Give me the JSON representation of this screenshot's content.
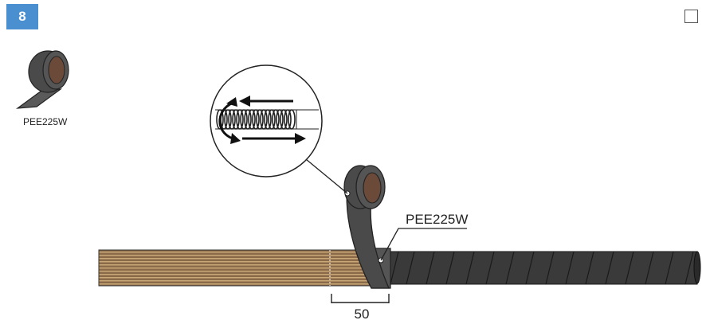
{
  "step": {
    "number": "8"
  },
  "checkbox": {
    "checked": false
  },
  "tape_icon": {
    "label": "PEE225W"
  },
  "callout": {
    "label": "PEE225W"
  },
  "dimension": {
    "value": "50"
  },
  "colors": {
    "badge": "#4a8fd0",
    "tape": "#4a4a4a",
    "tape_dark": "#2a2a2a",
    "tape_inner": "#6b4a3a",
    "wire_brown": "#8a6a48",
    "wire_dark": "#3a3a3a"
  }
}
